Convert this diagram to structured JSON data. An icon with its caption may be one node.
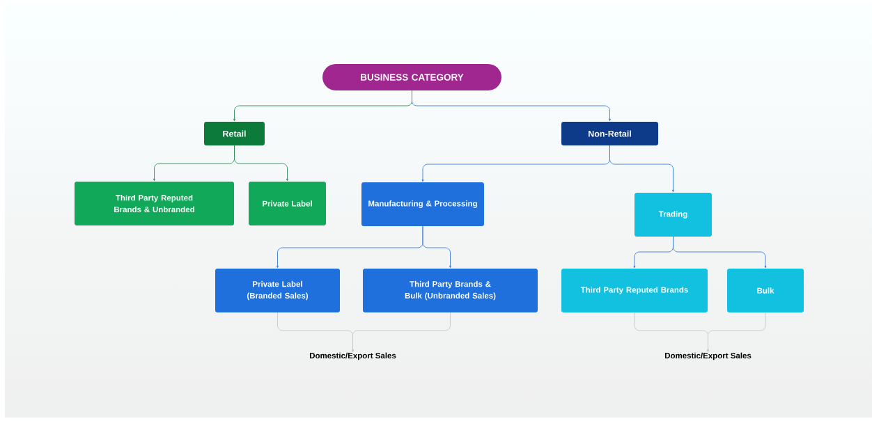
{
  "diagram": {
    "nodes": [
      {
        "text": [
          "BUSINESS CATEGORY"
        ]
      },
      {
        "text": [
          "Retail"
        ]
      },
      {
        "text": [
          "Non-Retail"
        ]
      },
      {
        "text": [
          "Third Party Reputed Brands & Unbranded"
        ]
      },
      {
        "text": [
          "Private Label"
        ]
      },
      {
        "text": [
          "Manufacturing & Processing"
        ]
      },
      {
        "text": [
          "Trading"
        ]
      },
      {
        "text": [
          "Private Label (Branded Sales)"
        ]
      },
      {
        "text": [
          "Third Party Brands & Bulk (Unbranded Sales)"
        ]
      },
      {
        "text": [
          "Third Party Reputed Brands"
        ]
      },
      {
        "text": [
          "Bulk"
        ]
      },
      {
        "text": [
          "Domestic/Export Sales"
        ]
      },
      {
        "text": [
          "Domestic/Export Sales"
        ]
      }
    ],
    "edges": [
      {
        "from": 0,
        "to": 1,
        "arrow": "to",
        "color": "#2e8b57"
      },
      {
        "from": 0,
        "to": 2,
        "arrow": "to"
      },
      {
        "from": 1,
        "to": 3,
        "arrow": "to",
        "color": "#2e8b57"
      },
      {
        "from": 1,
        "to": 4,
        "arrow": "to",
        "color": "#2e8b57"
      },
      {
        "from": 2,
        "to": 5,
        "arrow": "to"
      },
      {
        "from": 2,
        "to": 6,
        "arrow": "to"
      },
      {
        "from": 5,
        "to": 7,
        "arrow": "to"
      },
      {
        "from": 5,
        "to": 8,
        "arrow": "to"
      },
      {
        "from": 6,
        "to": 9,
        "arrow": "to"
      },
      {
        "from": 6,
        "to": 10,
        "arrow": "to"
      },
      {
        "from": 7,
        "to": 11,
        "arrow": "to",
        "color": "#c2c7cc"
      },
      {
        "from": 8,
        "to": 11,
        "arrow": "to",
        "color": "#c2c7cc"
      },
      {
        "from": 9,
        "to": 12,
        "arrow": "to",
        "color": "#c2c7cc"
      },
      {
        "from": 10,
        "to": 12,
        "arrow": "to",
        "color": "#c2c7cc"
      }
    ]
  }
}
